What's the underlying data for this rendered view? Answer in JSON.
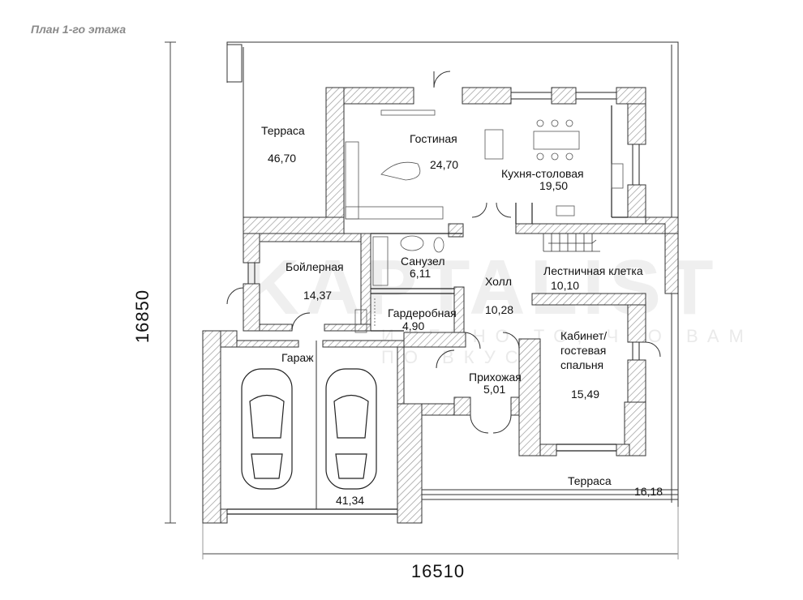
{
  "title": "План 1-го этажа",
  "watermark": "KAPTALIST",
  "watermark_sub": "ИМЕННО ТО, ЧТО ВАМ ПО ВКУСУ",
  "dimensions": {
    "height": "16850",
    "width": "16510"
  },
  "rooms": {
    "terrace_top": {
      "name": "Терраса",
      "area": "46,70"
    },
    "living": {
      "name": "Гостиная",
      "area": "24,70"
    },
    "kitchen": {
      "name": "Кухня-столовая",
      "area": "19,50"
    },
    "boiler": {
      "name": "Бойлерная",
      "area": "14,37"
    },
    "bathroom": {
      "name": "Санузел",
      "area": "6,11"
    },
    "hall": {
      "name": "Холл",
      "area": "10,28"
    },
    "stairs": {
      "name": "Лестничная клетка",
      "area": "10,10"
    },
    "wardrobe": {
      "name": "Гардеробная",
      "area": "4,90"
    },
    "office_line1": "Кабинет/",
    "office_line2": "гостевая",
    "office_line3": "спальня",
    "office_area": "15,49",
    "garage": {
      "name": "Гараж",
      "area": "41,34"
    },
    "entry": {
      "name": "Прихожая",
      "area": "5,01"
    },
    "terrace_bottom": {
      "name": "Терраса",
      "area": "16,18"
    }
  },
  "colors": {
    "wall_hatch": "#b0b0b0",
    "line": "#222222",
    "title": "#8a8a8a"
  }
}
